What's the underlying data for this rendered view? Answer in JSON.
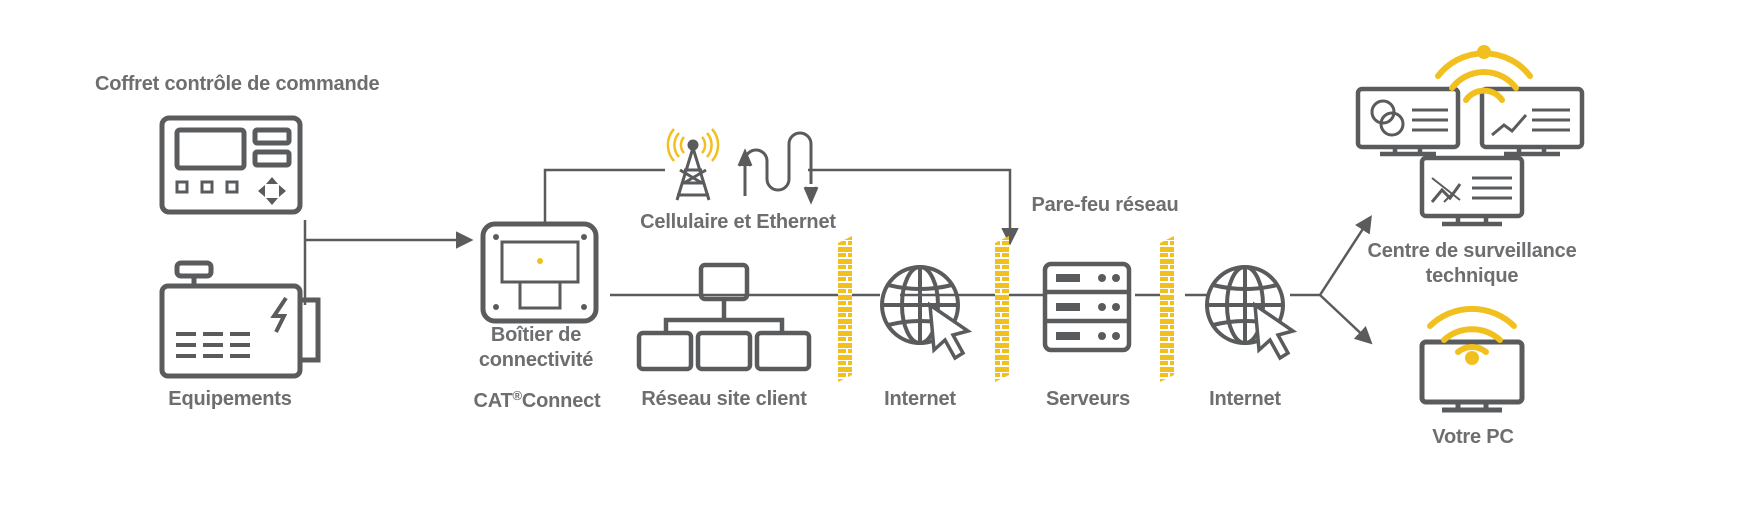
{
  "labels": {
    "control_box": "Coffret contrôle de commande",
    "equipment": "Equipements",
    "connectivity_box_line1": "Boîtier de",
    "connectivity_box_line2": "connectivité",
    "cat_brand": "CAT",
    "registered_mark": "®",
    "connect": "Connect",
    "cellular_ethernet": "Cellulaire et Ethernet",
    "client_site_network": "Réseau site client",
    "internet_1": "Internet",
    "network_firewall": "Pare-feu réseau",
    "servers": "Serveurs",
    "internet_2": "Internet",
    "monitoring_center_line1": "Centre de surveillance",
    "monitoring_center_line2": "technique",
    "your_pc": "Votre PC"
  },
  "colors": {
    "gray": "#5a5b5d",
    "text_gray": "#6d6e70",
    "yellow": "#f2c01e"
  }
}
